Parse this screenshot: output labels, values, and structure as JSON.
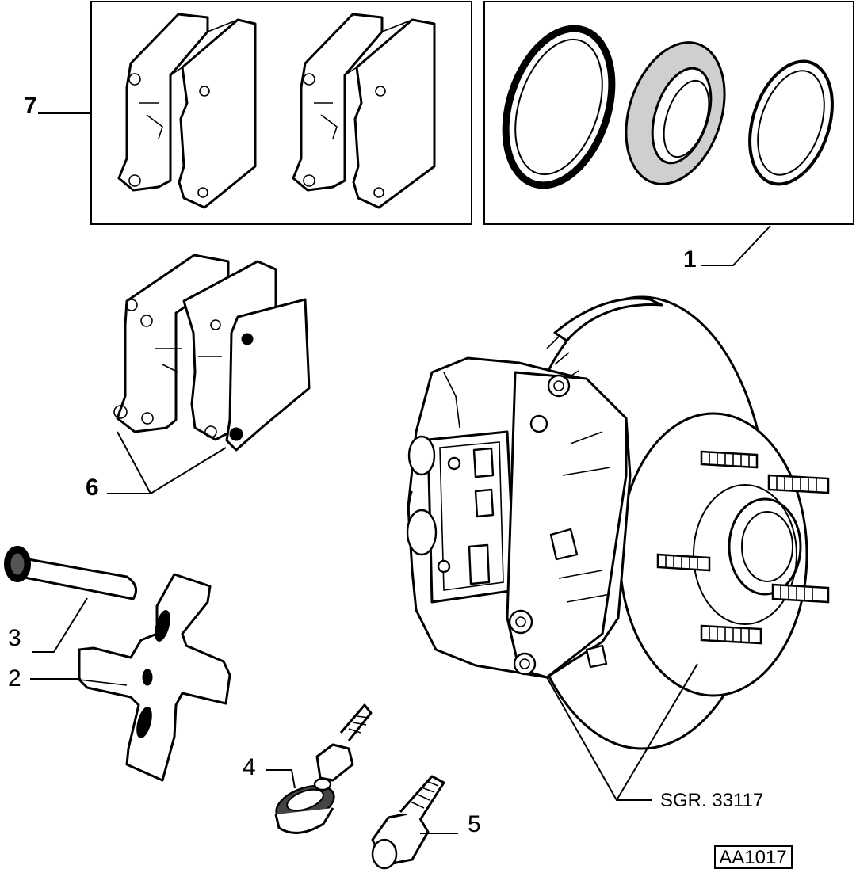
{
  "callouts": {
    "c1": "1",
    "c2": "2",
    "c3": "3",
    "c4": "4",
    "c5": "5",
    "c6": "6",
    "c7": "7",
    "assembly": "SGR. 33117"
  },
  "figure_code": "AA1017",
  "parts": {
    "p1": "seal-kit-rings-icon",
    "p2": "anti-rattle-spring-icon",
    "p3": "guide-pin-bolt-icon",
    "p4": "bleeder-cap-icon",
    "p5": "bleeder-screw-icon",
    "p6": "brake-pad-set-icon",
    "p7": "brake-pad-kit-icon",
    "assembly": "brake-caliper-disc-hub-icon"
  }
}
